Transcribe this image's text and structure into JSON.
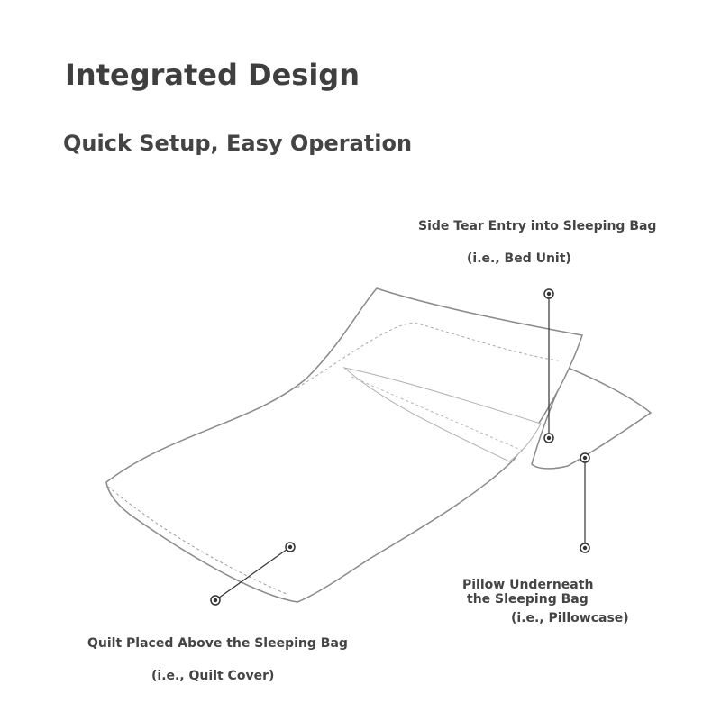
{
  "heading": {
    "title": "Integrated Design",
    "subtitle": "Quick Setup, Easy Operation"
  },
  "callouts": {
    "side_tear": {
      "line1": "Side Tear Entry into Sleeping Bag",
      "line2": "(i.e., Bed Unit)"
    },
    "pillow": {
      "line1": "Pillow Underneath",
      "line2": "the Sleeping Bag",
      "line3": "(i.e., Pillowcase)"
    },
    "quilt": {
      "line1": "Quilt Placed Above the Sleeping Bag",
      "line2": "(i.e., Quilt Cover)"
    }
  },
  "colors": {
    "outline": "#8a8a8a",
    "text": "#444444",
    "marker": "#333333"
  }
}
